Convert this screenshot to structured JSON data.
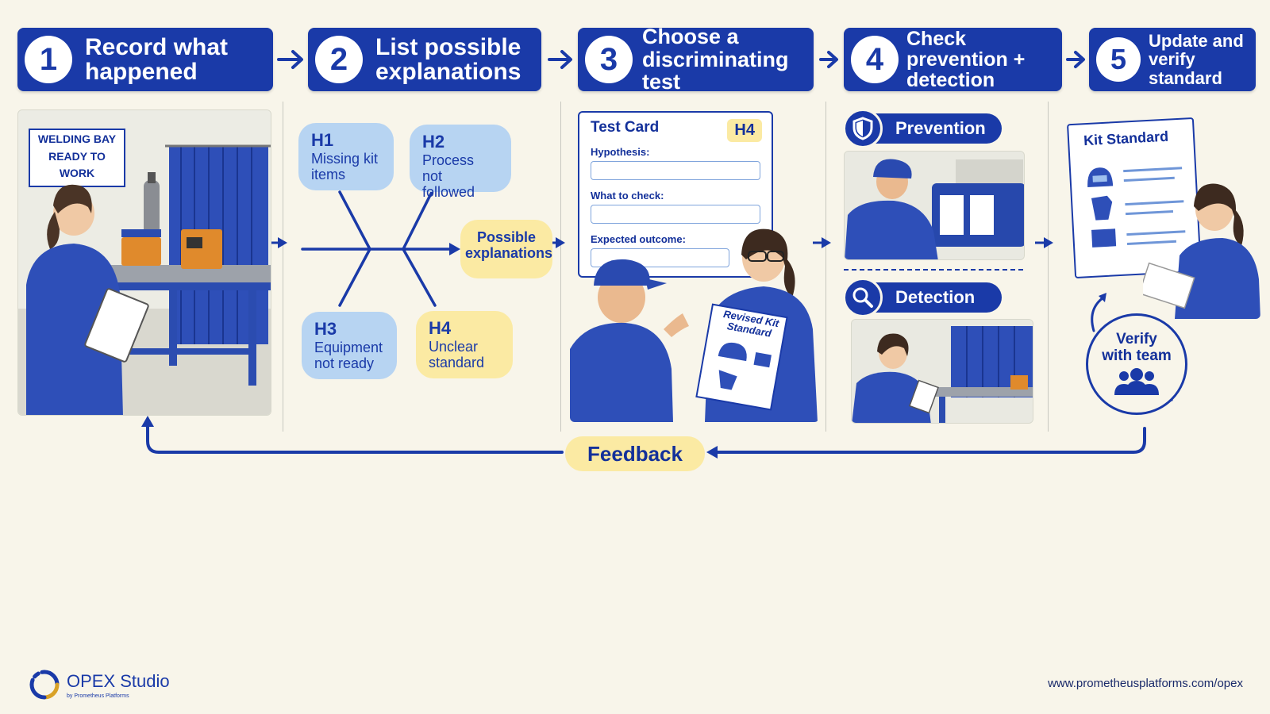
{
  "steps": [
    {
      "number": "1",
      "title": "Record what\nhappened"
    },
    {
      "number": "2",
      "title": "List possible\nexplanations"
    },
    {
      "number": "3",
      "title": "Choose a\ndiscriminating test"
    },
    {
      "number": "4",
      "title": "Check prevention +\ndetection"
    },
    {
      "number": "5",
      "title": "Update and verify\nstandard"
    }
  ],
  "welding_sign": {
    "line1": "WELDING BAY",
    "line2": "READY TO WORK"
  },
  "hypotheses": [
    {
      "id": "H1",
      "text": "Missing kit\nitems"
    },
    {
      "id": "H2",
      "text": "Process\nnot followed"
    },
    {
      "id": "H3",
      "text": "Equipment\nnot ready"
    },
    {
      "id": "H4",
      "text": "Unclear\nstandard"
    }
  ],
  "possible_explanations": "Possible\nexplanations",
  "test_card": {
    "title": "Test Card",
    "tag": "H4",
    "fields": [
      "Hypothesis:",
      "What to check:",
      "Expected outcome:"
    ]
  },
  "revised_sheet": "Revised Kit\nStandard",
  "prevention_label": "Prevention",
  "detection_label": "Detection",
  "kit_standard_title": "Kit Standard",
  "verify_label": "Verify\nwith team",
  "feedback_label": "Feedback",
  "footer": {
    "brand": "OPEX Studio",
    "sub": "by Prometheus Platforms",
    "url": "www.prometheusplatforms.com/opex"
  },
  "colors": {
    "primary": "#1a3aa8",
    "light_blue": "#b7d4f2",
    "yellow": "#fbeaa3",
    "background": "#f8f5ea"
  },
  "icons": [
    "shield-icon",
    "magnifier-icon",
    "team-icon",
    "helmet-icon",
    "gloves-icon",
    "toolbox-icon"
  ]
}
